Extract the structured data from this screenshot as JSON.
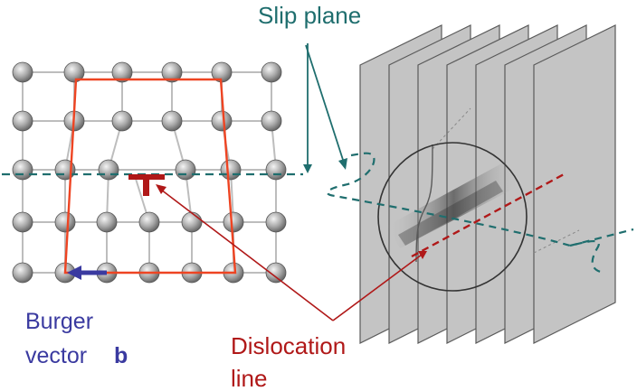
{
  "labels": {
    "slip_plane": "Slip plane",
    "burger_line1": "Burger",
    "burger_line2": "vector",
    "burger_symbol": "b",
    "dislocation_line1": "Dislocation",
    "dislocation_line2": "line"
  },
  "colors": {
    "slip": "#1f6e6e",
    "burger": "#3a3aa0",
    "dislocation": "#b01818",
    "circuit": "#ee4422",
    "plane_fill": "#c4c4c4",
    "plane_edge": "#5a5a5a",
    "lattice": "#bdbdbd"
  },
  "icons": {
    "atom": "atom-sphere",
    "edge_dislocation_symbol": "perpendicular-symbol",
    "burgers_vector_arrow": "arrow-left"
  }
}
